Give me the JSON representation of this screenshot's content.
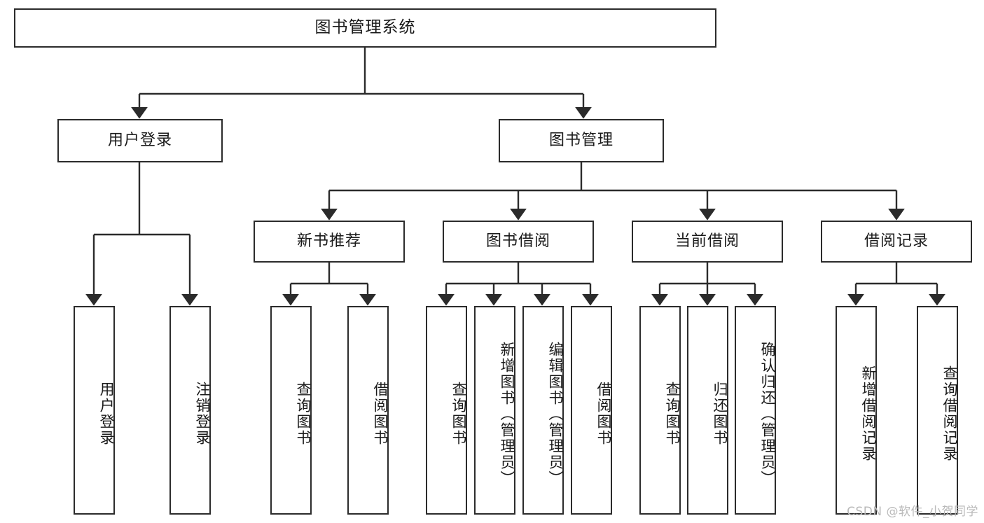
{
  "diagram": {
    "title": "图书管理系统",
    "type": "tree",
    "colors": {
      "border": "#2b2b2b",
      "background": "#ffffff",
      "text": "#1a1a1a",
      "connector": "#2b2b2b",
      "watermark": "#b9b9b9"
    },
    "root": {
      "label": "图书管理系统"
    },
    "level2": [
      {
        "label": "用户登录"
      },
      {
        "label": "图书管理"
      }
    ],
    "level3": [
      {
        "label": "新书推荐"
      },
      {
        "label": "图书借阅"
      },
      {
        "label": "当前借阅"
      },
      {
        "label": "借阅记录"
      }
    ],
    "leaves": {
      "user_login": [
        {
          "label": "用户登录"
        },
        {
          "label": "注销登录"
        }
      ],
      "new_book_recommend": [
        {
          "label": "查询图书"
        },
        {
          "label": "借阅图书"
        }
      ],
      "book_borrow": [
        {
          "label": "查询图书"
        },
        {
          "label": "新增图书（管理员）"
        },
        {
          "label": "编辑图书（管理员）"
        },
        {
          "label": "借阅图书"
        }
      ],
      "current_borrow": [
        {
          "label": "查询图书"
        },
        {
          "label": "归还图书"
        },
        {
          "label": "确认归还（管理员）"
        }
      ],
      "borrow_record": [
        {
          "label": "新增借阅记录"
        },
        {
          "label": "查询借阅记录"
        }
      ]
    }
  },
  "watermark": {
    "text": "CSDN @软件_小贺同学"
  }
}
